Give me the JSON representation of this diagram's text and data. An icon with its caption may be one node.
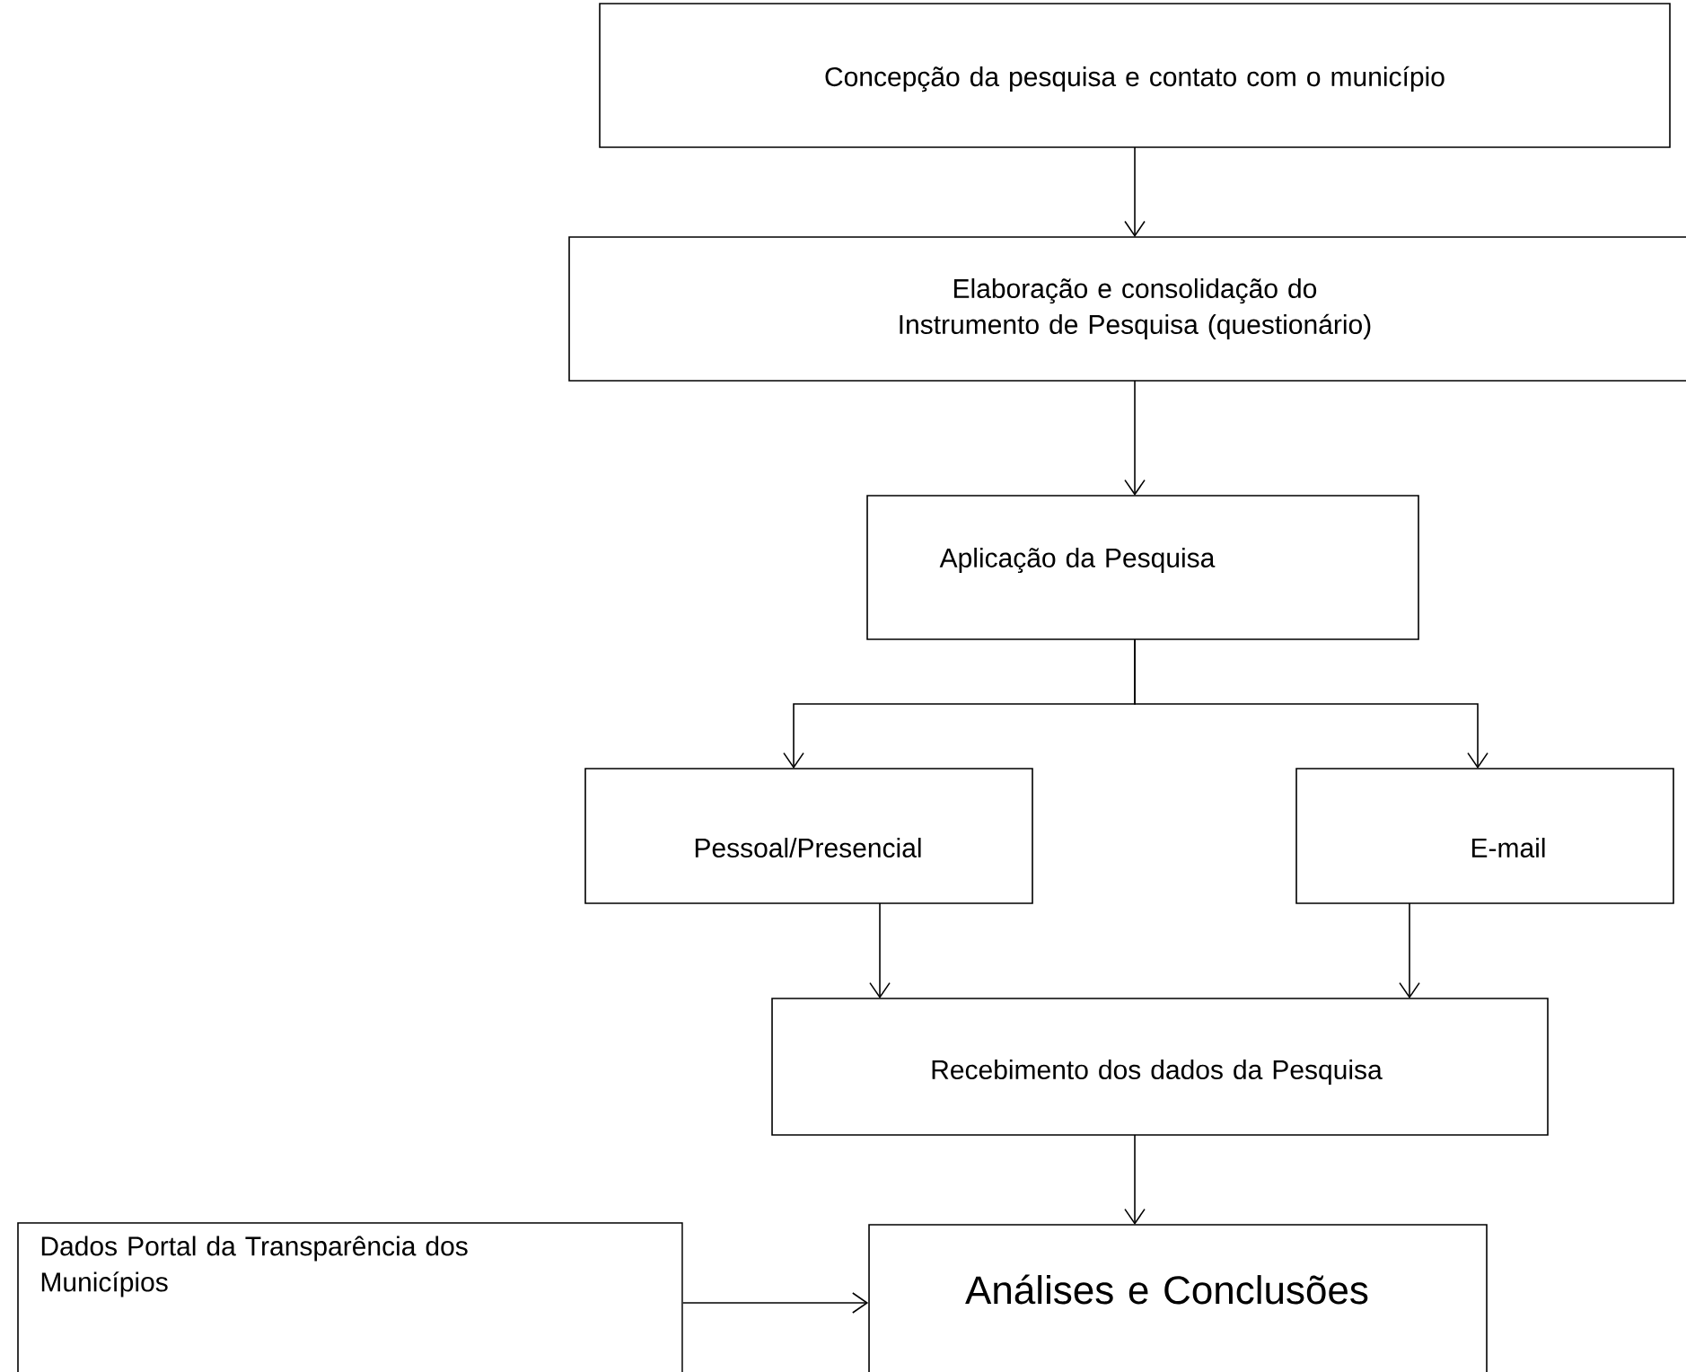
{
  "diagram": {
    "nodes": [
      {
        "text": [
          "Concepção da pesquisa e contato com o município"
        ]
      },
      {
        "text": [
          "Elaboração e consolidação do Instrumento de Pesquisa (questionário)"
        ]
      },
      {
        "text": [
          "Aplicação da Pesquisa"
        ]
      },
      {
        "text": [
          "Pessoal/Presencial"
        ]
      },
      {
        "text": [
          "E-mail"
        ]
      },
      {
        "text": [
          "Recebimento dos dados da Pesquisa"
        ]
      },
      {
        "text": [
          "Análises e Conclusões"
        ]
      },
      {
        "text": [
          "Dados Portal da Transparência dos Municípios"
        ]
      }
    ],
    "edges": [
      {
        "from": 0,
        "to": 1,
        "arrow": "to"
      },
      {
        "from": 1,
        "to": 2,
        "arrow": "to"
      },
      {
        "from": 2,
        "to": 3,
        "arrow": "to"
      },
      {
        "from": 2,
        "to": 4,
        "arrow": "to"
      },
      {
        "from": 3,
        "to": 5,
        "arrow": "to"
      },
      {
        "from": 4,
        "to": 5,
        "arrow": "to"
      },
      {
        "from": 5,
        "to": 6,
        "arrow": "to"
      },
      {
        "from": 7,
        "to": 6,
        "arrow": "to"
      }
    ]
  }
}
